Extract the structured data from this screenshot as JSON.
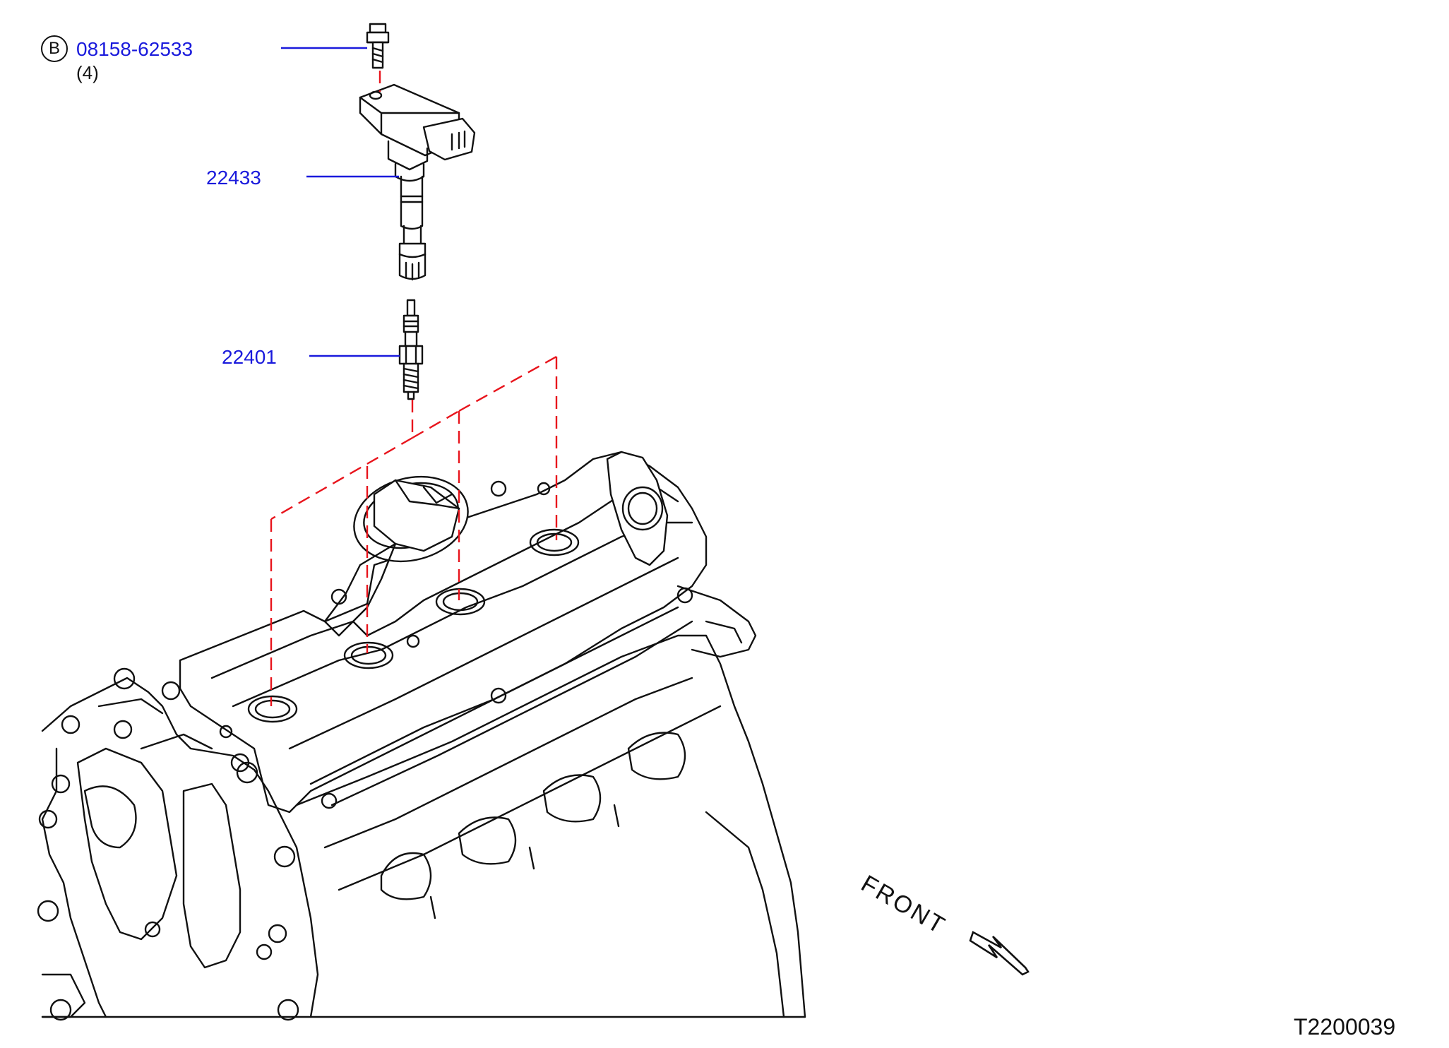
{
  "colors": {
    "part_number": "#1a1adc",
    "leader": "#1a1adc",
    "hidden_line": "#e8141c",
    "line": "#111111"
  },
  "callouts": {
    "bolt": {
      "symbol": "B",
      "part_number": "08158-62533",
      "quantity": "(4)"
    },
    "ignition_coil": {
      "part_number": "22433"
    },
    "spark_plug": {
      "part_number": "22401"
    }
  },
  "direction_label": "FRONT",
  "drawing_number": "T2200039"
}
